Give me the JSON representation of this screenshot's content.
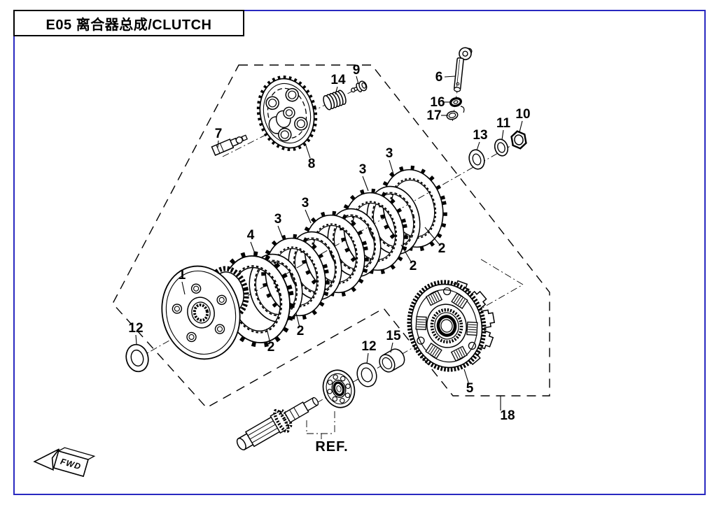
{
  "page": {
    "background": "#ffffff",
    "frame_color": "#2929c0",
    "ink_color": "#000000"
  },
  "header": {
    "title": "E05 离合器总成/CLUTCH"
  },
  "diagram": {
    "ref_label": "REF.",
    "fwd_label": "FWD",
    "callouts": [
      {
        "part": "7"
      },
      {
        "part": "14"
      },
      {
        "part": "9"
      },
      {
        "part": "8"
      },
      {
        "part": "6"
      },
      {
        "part": "16"
      },
      {
        "part": "17"
      },
      {
        "part": "13"
      },
      {
        "part": "11"
      },
      {
        "part": "10"
      },
      {
        "part": "3"
      },
      {
        "part": "3"
      },
      {
        "part": "3"
      },
      {
        "part": "3"
      },
      {
        "part": "4"
      },
      {
        "part": "2"
      },
      {
        "part": "2"
      },
      {
        "part": "2"
      },
      {
        "part": "2"
      },
      {
        "part": "1"
      },
      {
        "part": "12"
      },
      {
        "part": "12"
      },
      {
        "part": "15"
      },
      {
        "part": "5"
      },
      {
        "part": "18"
      }
    ]
  }
}
